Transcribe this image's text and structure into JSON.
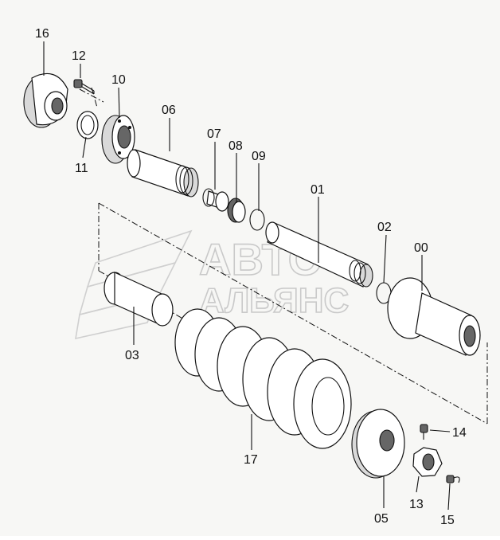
{
  "diagram": {
    "watermark": {
      "line1": "АВТО",
      "line2": "АЛЬЯНС"
    },
    "parts": [
      {
        "id": "part-00",
        "label": "00"
      },
      {
        "id": "part-01",
        "label": "01"
      },
      {
        "id": "part-02",
        "label": "02"
      },
      {
        "id": "part-03",
        "label": "03"
      },
      {
        "id": "part-05",
        "label": "05"
      },
      {
        "id": "part-06",
        "label": "06"
      },
      {
        "id": "part-07",
        "label": "07"
      },
      {
        "id": "part-08",
        "label": "08"
      },
      {
        "id": "part-09",
        "label": "09"
      },
      {
        "id": "part-10",
        "label": "10"
      },
      {
        "id": "part-11",
        "label": "11"
      },
      {
        "id": "part-12",
        "label": "12"
      },
      {
        "id": "part-13",
        "label": "13"
      },
      {
        "id": "part-14",
        "label": "14"
      },
      {
        "id": "part-15",
        "label": "15"
      },
      {
        "id": "part-16",
        "label": "16"
      },
      {
        "id": "part-17",
        "label": "17"
      }
    ]
  }
}
